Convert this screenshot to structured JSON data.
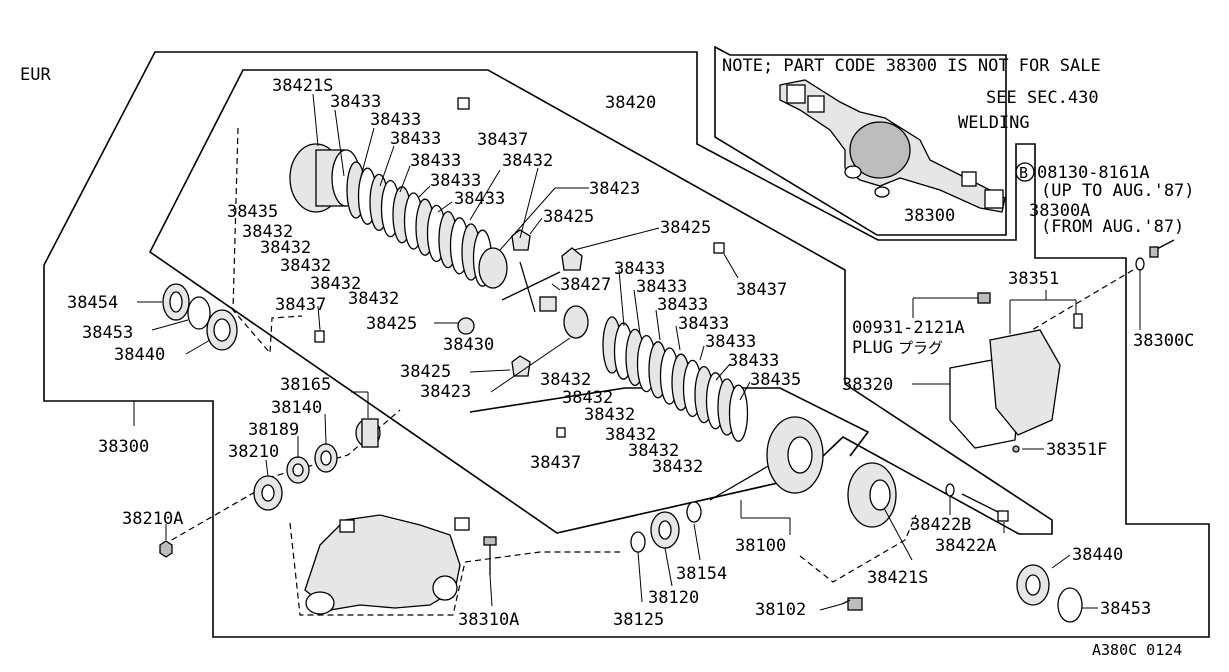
{
  "region": "EUR",
  "note": {
    "line1": "NOTE; PART CODE 38300 IS NOT FOR SALE",
    "see_sec": "SEE SEC.430",
    "welding": "WELDING",
    "assy_code": "38300"
  },
  "bolt_note": {
    "marker": "B",
    "code": "08130-8161A",
    "up_to": "(UP TO AUG.'87)",
    "alt_code": "38300A",
    "from": "(FROM AUG.'87)"
  },
  "plug": {
    "code": "00931-2121A",
    "label": "PLUG",
    "label_jp": "プラグ"
  },
  "diagram_id": "A380C 0124",
  "labels": {
    "l38421S_top": "38421S",
    "l38433_1": "38433",
    "l38433_2": "38433",
    "l38433_3": "38433",
    "l38433_4": "38433",
    "l38433_5": "38433",
    "l38433_6": "38433",
    "l38437_top": "38437",
    "l38432_top": "38432",
    "l38420": "38420",
    "l38435_left": "38435",
    "l38432_a": "38432",
    "l38432_b": "38432",
    "l38432_c": "38432",
    "l38432_d": "38432",
    "l38432_e": "38432",
    "l38423_top": "38423",
    "l38425_a": "38425",
    "l38425_b": "38425",
    "l38437_mid": "38437",
    "l38427": "38427",
    "l38454": "38454",
    "l38453_left": "38453",
    "l38440_left": "38440",
    "l38437_left": "38437",
    "l38425_c": "38425",
    "l38430": "38430",
    "l38425_d": "38425",
    "l38423_mid": "38423",
    "l38433_r1": "38433",
    "l38433_r2": "38433",
    "l38433_r3": "38433",
    "l38433_r4": "38433",
    "l38433_r5": "38433",
    "l38433_r6": "38433",
    "l38435_right": "38435",
    "l38432_r1": "38432",
    "l38432_r2": "38432",
    "l38432_r3": "38432",
    "l38432_r4": "38432",
    "l38432_r5": "38432",
    "l38432_r6": "38432",
    "l38437_bot": "38437",
    "l38165": "38165",
    "l38140": "38140",
    "l38189": "38189",
    "l38210": "38210",
    "l38300_left": "38300",
    "l38210A": "38210A",
    "l38351": "38351",
    "l38300C": "38300C",
    "l38320": "38320",
    "l38351F": "38351F",
    "l38422B": "38422B",
    "l38422A": "38422A",
    "l38100": "38100",
    "l38421S_bot": "38421S",
    "l38154": "38154",
    "l38120": "38120",
    "l38125": "38125",
    "l38310A": "38310A",
    "l38102": "38102",
    "l38440_right": "38440",
    "l38453_right": "38453"
  }
}
